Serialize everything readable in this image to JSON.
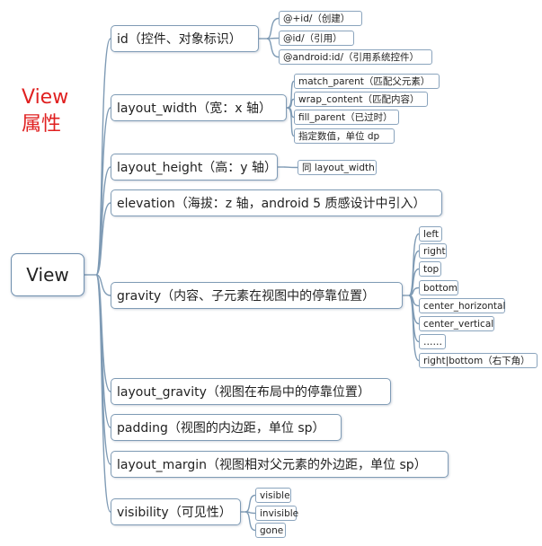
{
  "title": {
    "line1": "View",
    "line2": "属性"
  },
  "root": {
    "label": "View"
  },
  "nodes": {
    "id": {
      "label": "id（控件、对象标识）",
      "children": [
        "@+id/（创建）",
        "@id/（引用）",
        "@android:id/（引用系统控件）"
      ]
    },
    "layout_width": {
      "label": "layout_width（宽：x 轴）",
      "children": [
        "match_parent（匹配父元素）",
        "wrap_content（匹配内容）",
        "fill_parent（已过时）",
        "指定数值，单位 dp"
      ]
    },
    "layout_height": {
      "label": "layout_height（高：y 轴）",
      "children": [
        "同 layout_width"
      ]
    },
    "elevation": {
      "label": "elevation（海拔：z 轴，android 5 质感设计中引入）",
      "children": []
    },
    "gravity": {
      "label": "gravity（内容、子元素在视图中的停靠位置）",
      "children": [
        "left",
        "right",
        "top",
        "bottom",
        "center_horizontal",
        "center_vertical",
        "……",
        "right|bottom（右下角）"
      ]
    },
    "layout_gravity": {
      "label": "layout_gravity（视图在布局中的停靠位置）",
      "children": []
    },
    "padding": {
      "label": "padding（视图的内边距，单位 sp）",
      "children": []
    },
    "layout_margin": {
      "label": "layout_margin（视图相对父元素的外边距，单位 sp）",
      "children": []
    },
    "visibility": {
      "label": "visibility（可见性）",
      "children": [
        "visible",
        "invisible",
        "gone"
      ]
    }
  },
  "colors": {
    "connector": "#7f9bb5",
    "title": "#e02020",
    "border": "#7f9bb5"
  }
}
